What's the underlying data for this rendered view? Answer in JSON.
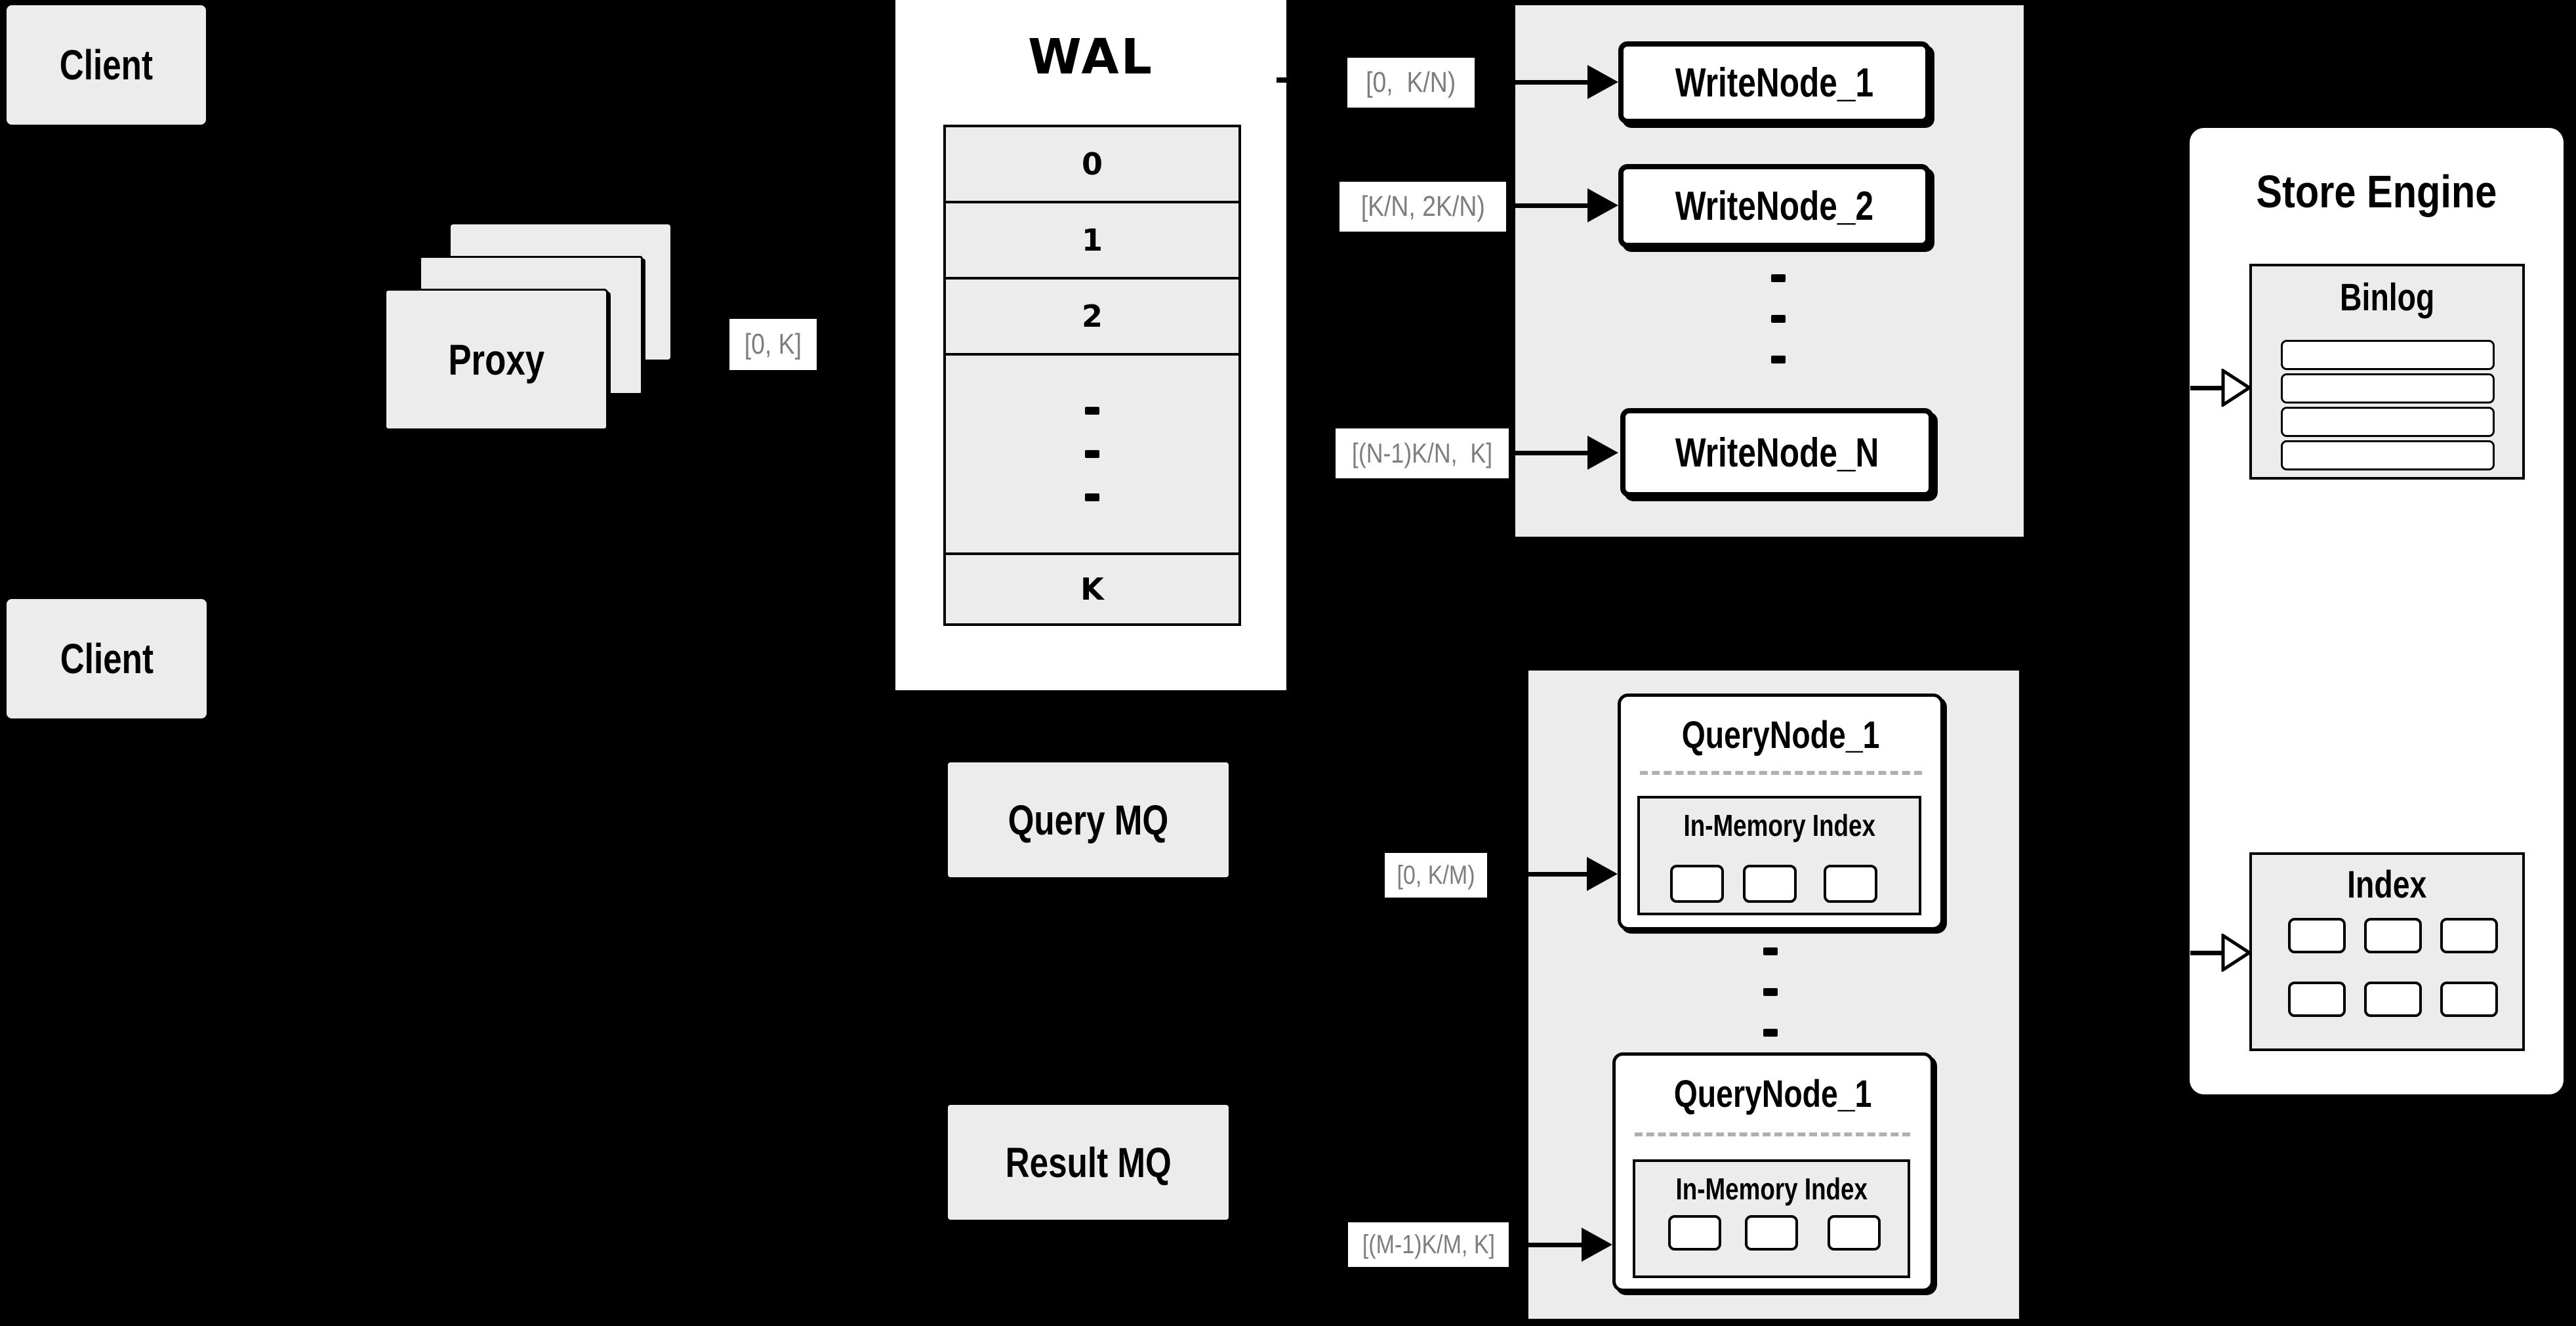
{
  "colors": {
    "background": "#000000",
    "box_fill": "#ececec",
    "node_fill": "#ffffff",
    "line": "#000000",
    "label_text": "#7d7d7d",
    "dashed_divider": "#b0b0b0"
  },
  "clients": [
    "Client",
    "Client"
  ],
  "proxy": {
    "label": "Proxy"
  },
  "flow_labels": {
    "proxy_out": "[0, K]",
    "write": [
      "[0,  K/N)",
      "[K/N, 2K/N)",
      "[(N-1)K/N,  K]"
    ],
    "query": [
      "[0, K/M)",
      "[(M-1)K/M, K]"
    ]
  },
  "wal": {
    "title": "WAL",
    "rows": [
      "0",
      "1",
      "2",
      "K"
    ]
  },
  "write_cluster": {
    "nodes": [
      "WriteNode_1",
      "WriteNode_2",
      "WriteNode_N"
    ]
  },
  "mq": {
    "query": "Query MQ",
    "result": "Result MQ"
  },
  "query_cluster": {
    "nodes": [
      {
        "title": "QueryNode_1",
        "memory_index": "In-Memory Index"
      },
      {
        "title": "QueryNode_1",
        "memory_index": "In-Memory Index"
      }
    ]
  },
  "store_engine": {
    "title": "Store Engine",
    "binlog": "Binlog",
    "index": "Index"
  }
}
